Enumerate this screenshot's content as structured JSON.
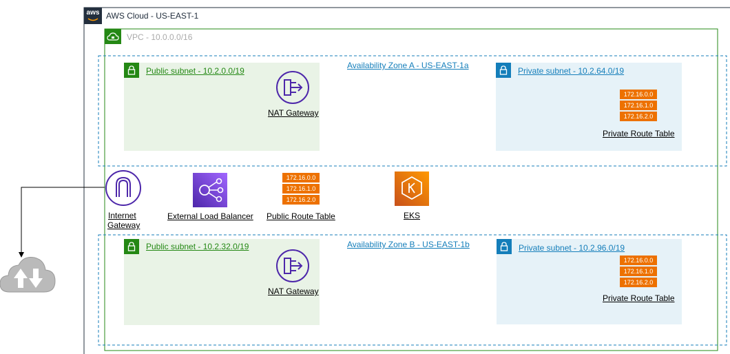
{
  "cloud": {
    "label": "AWS Cloud - US-EAST-1",
    "logo_text": "aws"
  },
  "vpc": {
    "label": "VPC - 10.0.0.0/16"
  },
  "zones": [
    {
      "label": "Availability Zone A - US-EAST-1a"
    },
    {
      "label": "Availability Zone B - US-EAST-1b"
    }
  ],
  "subnets": {
    "public_a": {
      "label": "Public subnet - 10.2.0.0/19",
      "nat_label": "NAT Gateway"
    },
    "private_a": {
      "label": "Private subnet - 10.2.64.0/19",
      "route_table_label": "Private Route Table"
    },
    "public_b": {
      "label": "Public subnet - 10.2.32.0/19",
      "nat_label": "NAT Gateway"
    },
    "private_b": {
      "label": "Private subnet - 10.2.96.0/19",
      "route_table_label": "Private Route Table"
    }
  },
  "route_rows": [
    "172.16.0.0",
    "172.16.1.0",
    "172.16.2.0"
  ],
  "middle": {
    "igw_line1": "Internet",
    "igw_line2": "Gateway",
    "elb_label": "External Load Balancer",
    "public_rt_label": "Public Route Table",
    "eks_label": "EKS"
  },
  "colors": {
    "public_border": "#248814",
    "public_fill": "#E9F3E6",
    "private_border": "#147EBA",
    "private_fill": "#E6F2F8",
    "vpc_border": "#248814",
    "az_border": "#147EBA",
    "nat_purple": "#4D27AA",
    "elb_purple": "#8C4FFF",
    "route_orange": "#ED7100",
    "cloud_gray": "#BABABA"
  }
}
